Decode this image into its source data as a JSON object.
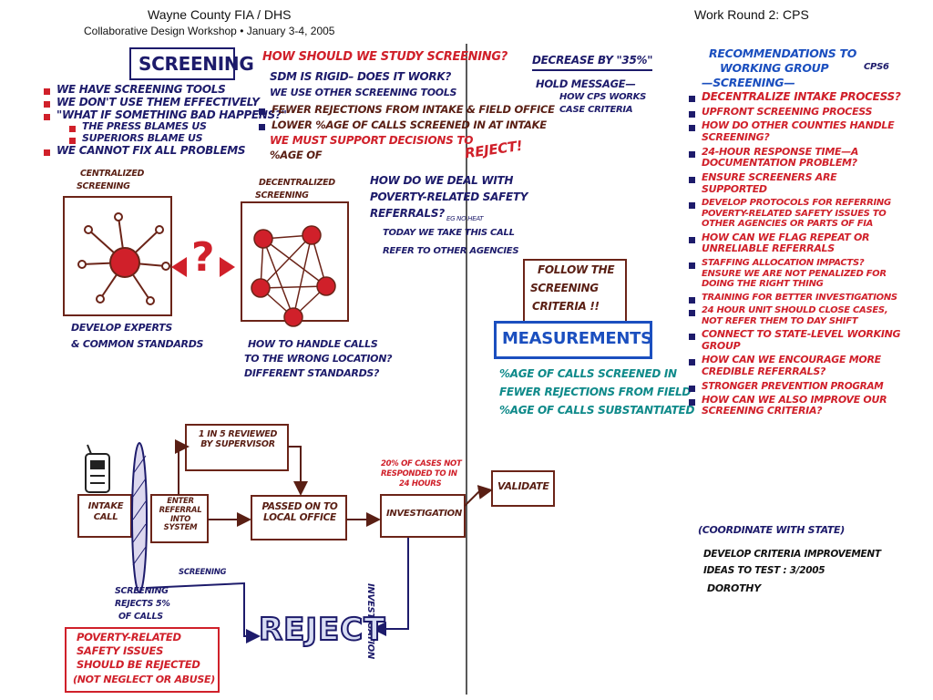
{
  "header": {
    "title_left": "Wayne County FIA / DHS",
    "subtitle_left": "Collaborative Design Workshop •  January 3-4, 2005",
    "title_right": "Work Round 2:  CPS"
  },
  "screening": {
    "title": "SCREENING",
    "bullets": [
      {
        "text": "WE HAVE SCREENING TOOLS",
        "color": "navy"
      },
      {
        "text": "WE DON'T USE THEM EFFECTIVELY",
        "color": "navy"
      },
      {
        "text": "\"WHAT IF SOMETHING BAD HAPPENS?\"",
        "color": "navy"
      },
      {
        "text": "THE PRESS BLAMES US",
        "color": "navy",
        "indent": true
      },
      {
        "text": "SUPERIORS BLAME US",
        "color": "navy",
        "indent": true
      },
      {
        "text": "WE CANNOT FIX ALL PROBLEMS",
        "color": "navy"
      }
    ]
  },
  "study": {
    "question": "HOW SHOULD WE STUDY SCREENING?",
    "lines": [
      "SDM IS RIGID– DOES IT WORK?",
      "WE USE OTHER SCREENING TOOLS"
    ],
    "bullets": [
      "FEWER REJECTIONS FROM INTAKE & FIELD OFFICE",
      "LOWER %AGE OF CALLS SCREENED IN AT INTAKE"
    ],
    "must": "WE MUST SUPPORT DECISIONS TO",
    "reject": "REJECT!",
    "pct_of": "%AGE OF"
  },
  "decrease": {
    "title": "DECREASE BY \"35%\"",
    "hold1": "HOLD MESSAGE—",
    "hold2": "HOW CPS WORKS",
    "hold3": "CASE CRITERIA"
  },
  "centralized": {
    "label1": "CENTRALIZED",
    "label2": "SCREENING",
    "caption1": "DEVELOP EXPERTS",
    "caption2": "& COMMON STANDARDS"
  },
  "question_mark": "?",
  "decentralized": {
    "label1": "DECENTRALIZED",
    "label2": "SCREENING",
    "caption1": "HOW TO HANDLE CALLS",
    "caption2": "TO THE WRONG LOCATION?",
    "caption3": "DIFFERENT STANDARDS?"
  },
  "poverty": {
    "q1": "HOW DO WE DEAL WITH",
    "q2": "POVERTY-RELATED SAFETY",
    "q3": "REFERRALS?",
    "eg": "eg NO HEAT",
    "today1": "TODAY WE TAKE THIS CALL",
    "today2": "REFER TO OTHER AGENCIES"
  },
  "follow": {
    "l1": "FOLLOW THE",
    "l2": "SCREENING",
    "l3": "CRITERIA !!"
  },
  "measurements": {
    "title": "MEASUREMENTS",
    "items": [
      "%AGE OF CALLS SCREENED IN",
      "FEWER REJECTIONS FROM FIELD",
      "%AGE OF CALLS SUBSTANTIATED"
    ]
  },
  "flow": {
    "intake": "INTAKE CALL",
    "enter": "ENTER REFERRAL INTO SYSTEM",
    "reviewed": "1 IN 5 REVIEWED BY SUPERVISOR",
    "passed": "PASSED ON TO LOCAL OFFICE",
    "investigation": "INVESTIGATION",
    "pct_note1": "20% OF CASES NOT",
    "pct_note2": "RESPONDED TO IN",
    "pct_note3": "24 HOURS",
    "validate": "VALIDATE",
    "screening_label": "SCREENING",
    "rejects1": "SCREENING",
    "rejects2": "REJECTS 5%",
    "rejects3": "OF CALLS",
    "investigation_vertical": "INVESTIGATION",
    "reject": "REJECT"
  },
  "poverty_box": {
    "l1": "POVERTY-RELATED",
    "l2": "SAFETY ISSUES",
    "l3": "SHOULD BE REJECTED",
    "l4": "(NOT NEGLECT OR ABUSE)"
  },
  "recommendations": {
    "title1": "RECOMMENDATIONS TO",
    "title2": "WORKING GROUP",
    "tag": "CPS6",
    "subtitle": "—SCREENING—",
    "items": [
      {
        "text": "DECENTRALIZE INTAKE PROCESS?"
      },
      {
        "text": "UPFRONT SCREENING PROCESS"
      },
      {
        "text": "HOW DO OTHER COUNTIES HANDLE SCREENING?"
      },
      {
        "text": "24-HOUR RESPONSE TIME—A DOCUMENTATION PROBLEM?"
      },
      {
        "text": "ENSURE SCREENERS ARE SUPPORTED"
      },
      {
        "text": "DEVELOP PROTOCOLS FOR REFERRING POVERTY-RELATED SAFETY ISSUES TO OTHER AGENCIES OR PARTS OF FIA"
      },
      {
        "text": "HOW CAN WE FLAG REPEAT OR UNRELIABLE REFERRALS"
      },
      {
        "text": "STAFFING ALLOCATION IMPACTS? ENSURE WE ARE NOT PENALIZED FOR DOING THE RIGHT THING"
      },
      {
        "text": "TRAINING FOR BETTER INVESTIGATIONS"
      },
      {
        "text": "24 HOUR UNIT SHOULD CLOSE CASES, NOT REFER THEM TO DAY SHIFT"
      },
      {
        "text": "CONNECT TO STATE-LEVEL WORKING GROUP"
      },
      {
        "text": "HOW CAN WE ENCOURAGE MORE CREDIBLE REFERRALS?"
      },
      {
        "text": "STRONGER PREVENTION PROGRAM"
      },
      {
        "text": "HOW CAN WE ALSO IMPROVE OUR SCREENING CRITERIA?"
      }
    ],
    "coordinate": "(COORDINATE WITH STATE)",
    "develop1": "DEVELOP CRITERIA IMPROVEMENT",
    "develop2": "IDEAS TO TEST : 3/2005",
    "develop3": "DOROTHY"
  },
  "colors": {
    "red": "#d0202a",
    "navy": "#1d1b6b",
    "brown": "#5a1f14",
    "blue": "#1b4fbf",
    "teal": "#0f8a8a"
  }
}
